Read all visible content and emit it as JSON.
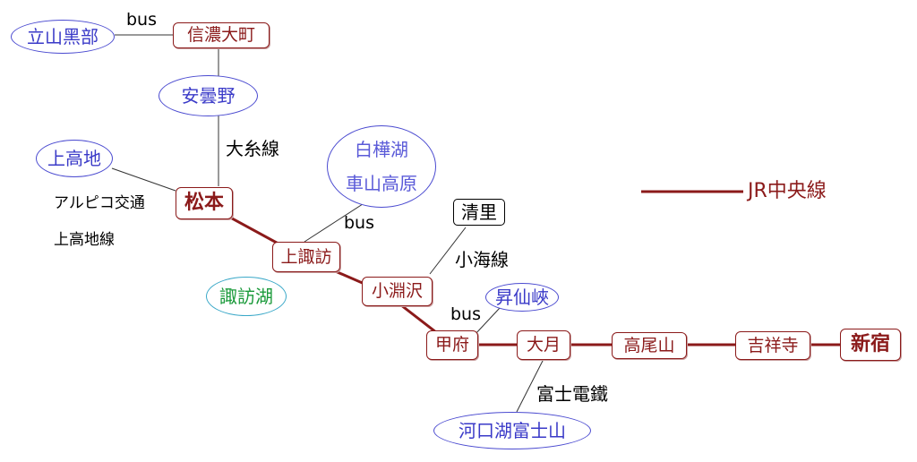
{
  "colors": {
    "jr_line": "#8b1a1a",
    "other_line": "#333333",
    "station_border": "#8b1a1a",
    "place_text": "#3a3ac8",
    "lake_text": "#1a9a3a"
  },
  "stations": {
    "shinjuku": "新宿",
    "kichijoji": "吉祥寺",
    "takao": "高尾山",
    "otsuki": "大月",
    "kofu": "甲府",
    "kobuchizawa": "小淵沢",
    "kamisuwa": "上諏訪",
    "matsumoto": "松本",
    "shinano_omachi": "信濃大町"
  },
  "places": {
    "tateyama": "立山黑部",
    "azumino": "安曇野",
    "kamikochi": "上高地",
    "shirakaba": "白樺湖",
    "kurumayama": "車山高原",
    "kiyosato": "清里",
    "suwako": "諏訪湖",
    "shosenkyo": "昇仙峽",
    "kawaguchiko": "河口湖富士山"
  },
  "labels": {
    "bus_tateyama": "bus",
    "oito_line": "大糸線",
    "alpico_1": "アルピコ交通",
    "alpico_2": "上高地線",
    "bus_shirakaba": "bus",
    "koumi_line": "小海線",
    "bus_shosenkyo": "bus",
    "fuji_railway": "富士電鐵"
  },
  "legend": {
    "jr_chuo": "JR中央線"
  }
}
